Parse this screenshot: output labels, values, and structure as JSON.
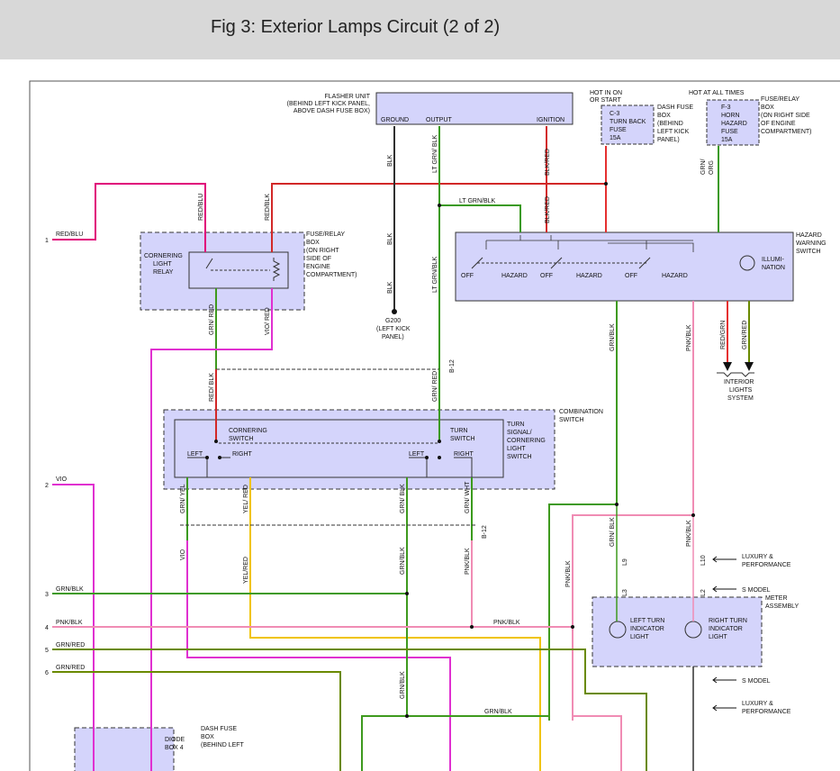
{
  "header": {
    "title": "Fig 3: Exterior Lamps Circuit (2 of 2)"
  },
  "colors": {
    "red_blu": "#e0007a",
    "red": "#e53030",
    "red_blk": "#d22828",
    "blk": "#303030",
    "grn": "#3a9a1a",
    "grn_blk": "#3e9a1e",
    "grn_red": "#6a8a00",
    "vio": "#e030d0",
    "yel": "#f0c400",
    "pnk": "#f08cb4",
    "box_fill": "#d4d4fb",
    "box_stroke": "#333333"
  },
  "labels": {
    "flasher": [
      "FLASHER UNIT",
      "(BEHIND LEFT KICK PANEL,",
      "ABOVE DASH FUSE BOX)"
    ],
    "flasher_ground": "GROUND",
    "flasher_output": "OUTPUT",
    "flasher_ignition": "IGNITION",
    "hot_in_on": [
      "HOT IN ON",
      "OR START"
    ],
    "hot_all_times": "HOT AT ALL TIMES",
    "fuse_c3": [
      "C-3",
      "TURN BACK",
      "FUSE",
      "15A"
    ],
    "dash_fuse_box": [
      "DASH FUSE",
      "BOX",
      "(BEHIND",
      "LEFT KICK",
      "PANEL)"
    ],
    "fuse_f3": [
      "F-3",
      "HORN",
      "HAZARD",
      "FUSE",
      "15A"
    ],
    "fuse_relay_box_top": [
      "FUSE/RELAY",
      "BOX",
      "(ON RIGHT SIDE",
      "OF ENGINE",
      "COMPARTMENT)"
    ],
    "fuse_relay_box_left": [
      "FUSE/RELAY",
      "BOX",
      "(ON RIGHT",
      "SIDE OF",
      "ENGINE",
      "COMPARTMENT)"
    ],
    "cornering_relay": [
      "CORNERING",
      "LIGHT",
      "RELAY"
    ],
    "hazard_switch": [
      "HAZARD",
      "WARNING",
      "SWITCH"
    ],
    "illumination": [
      "ILLUMI-",
      "NATION"
    ],
    "off": "OFF",
    "hazard": "HAZARD",
    "g200": [
      "G200",
      "(LEFT KICK",
      "PANEL)"
    ],
    "interior_lights": [
      "INTERIOR",
      "LIGHTS",
      "SYSTEM"
    ],
    "combination_switch": [
      "COMBINATION",
      "SWITCH"
    ],
    "cornering_switch": [
      "CORNERING",
      "SWITCH"
    ],
    "turn_switch": [
      "TURN",
      "SWITCH"
    ],
    "turn_signal_switch": [
      "TURN",
      "SIGNAL/",
      "CORNERING",
      "LIGHT",
      "SWITCH"
    ],
    "left": "LEFT",
    "right": "RIGHT",
    "meter_assembly": [
      "METER",
      "ASSEMBLY"
    ],
    "left_turn_ind": [
      "LEFT TURN",
      "INDICATOR",
      "LIGHT"
    ],
    "right_turn_ind": [
      "RIGHT TURN",
      "INDICATOR",
      "LIGHT"
    ],
    "luxury_perf": [
      "LUXURY &",
      "PERFORMANCE"
    ],
    "s_model": "S MODEL",
    "diode_box": [
      "DIODE",
      "BOX 4"
    ],
    "dash_fuse_box_bottom": [
      "DASH FUSE",
      "BOX",
      "(BEHIND LEFT"
    ],
    "connector_b12": "B-12",
    "connector_l9": "L9",
    "connector_l10": "L10",
    "connector_l3": "L3",
    "connector_l2": "L2"
  },
  "wires": {
    "red_blu": "RED/BLU",
    "red_blk": "RED/BLK",
    "blk": "BLK",
    "lt_grn_blk": "LT GRN/ BLK",
    "lt_grn_blk2": "LT GRN/BLK",
    "lt_grn_blk_h": "LT GRN/BLK",
    "blk_red": "BLK/RED",
    "red_": "RED/",
    "blk_": "BLK",
    "grn_": "GRN/",
    "org": "ORG",
    "grn_red": "GRN/ RED",
    "vio_red": "VIO/ RED",
    "red_blk2": "RED/ BLK",
    "grn_red2": "GRN/ RED",
    "grn_blk": "GRN/BLK",
    "pnk_blk": "PNK/BLK",
    "red_grn": "RED/GRN",
    "grn_red3": "GRN/RED",
    "grn_yel": "GRN/ YEL",
    "yel_red": "YEL/ RED",
    "grn_blk2": "GRN/ BLK",
    "grn_wht": "GRN/ WHT",
    "vio": "VIO",
    "yel_red2": "YEL/RED",
    "pnk_blk2": "PNK/BLK",
    "grn_red4": "GRN/RED"
  },
  "left_wires": [
    {
      "num": "1",
      "label": "RED/BLU"
    },
    {
      "num": "2",
      "label": "VIO"
    },
    {
      "num": "3",
      "label": "GRN/BLK"
    },
    {
      "num": "4",
      "label": "PNK/BLK"
    },
    {
      "num": "5",
      "label": "GRN/RED"
    },
    {
      "num": "6",
      "label": "GRN/RED"
    }
  ]
}
